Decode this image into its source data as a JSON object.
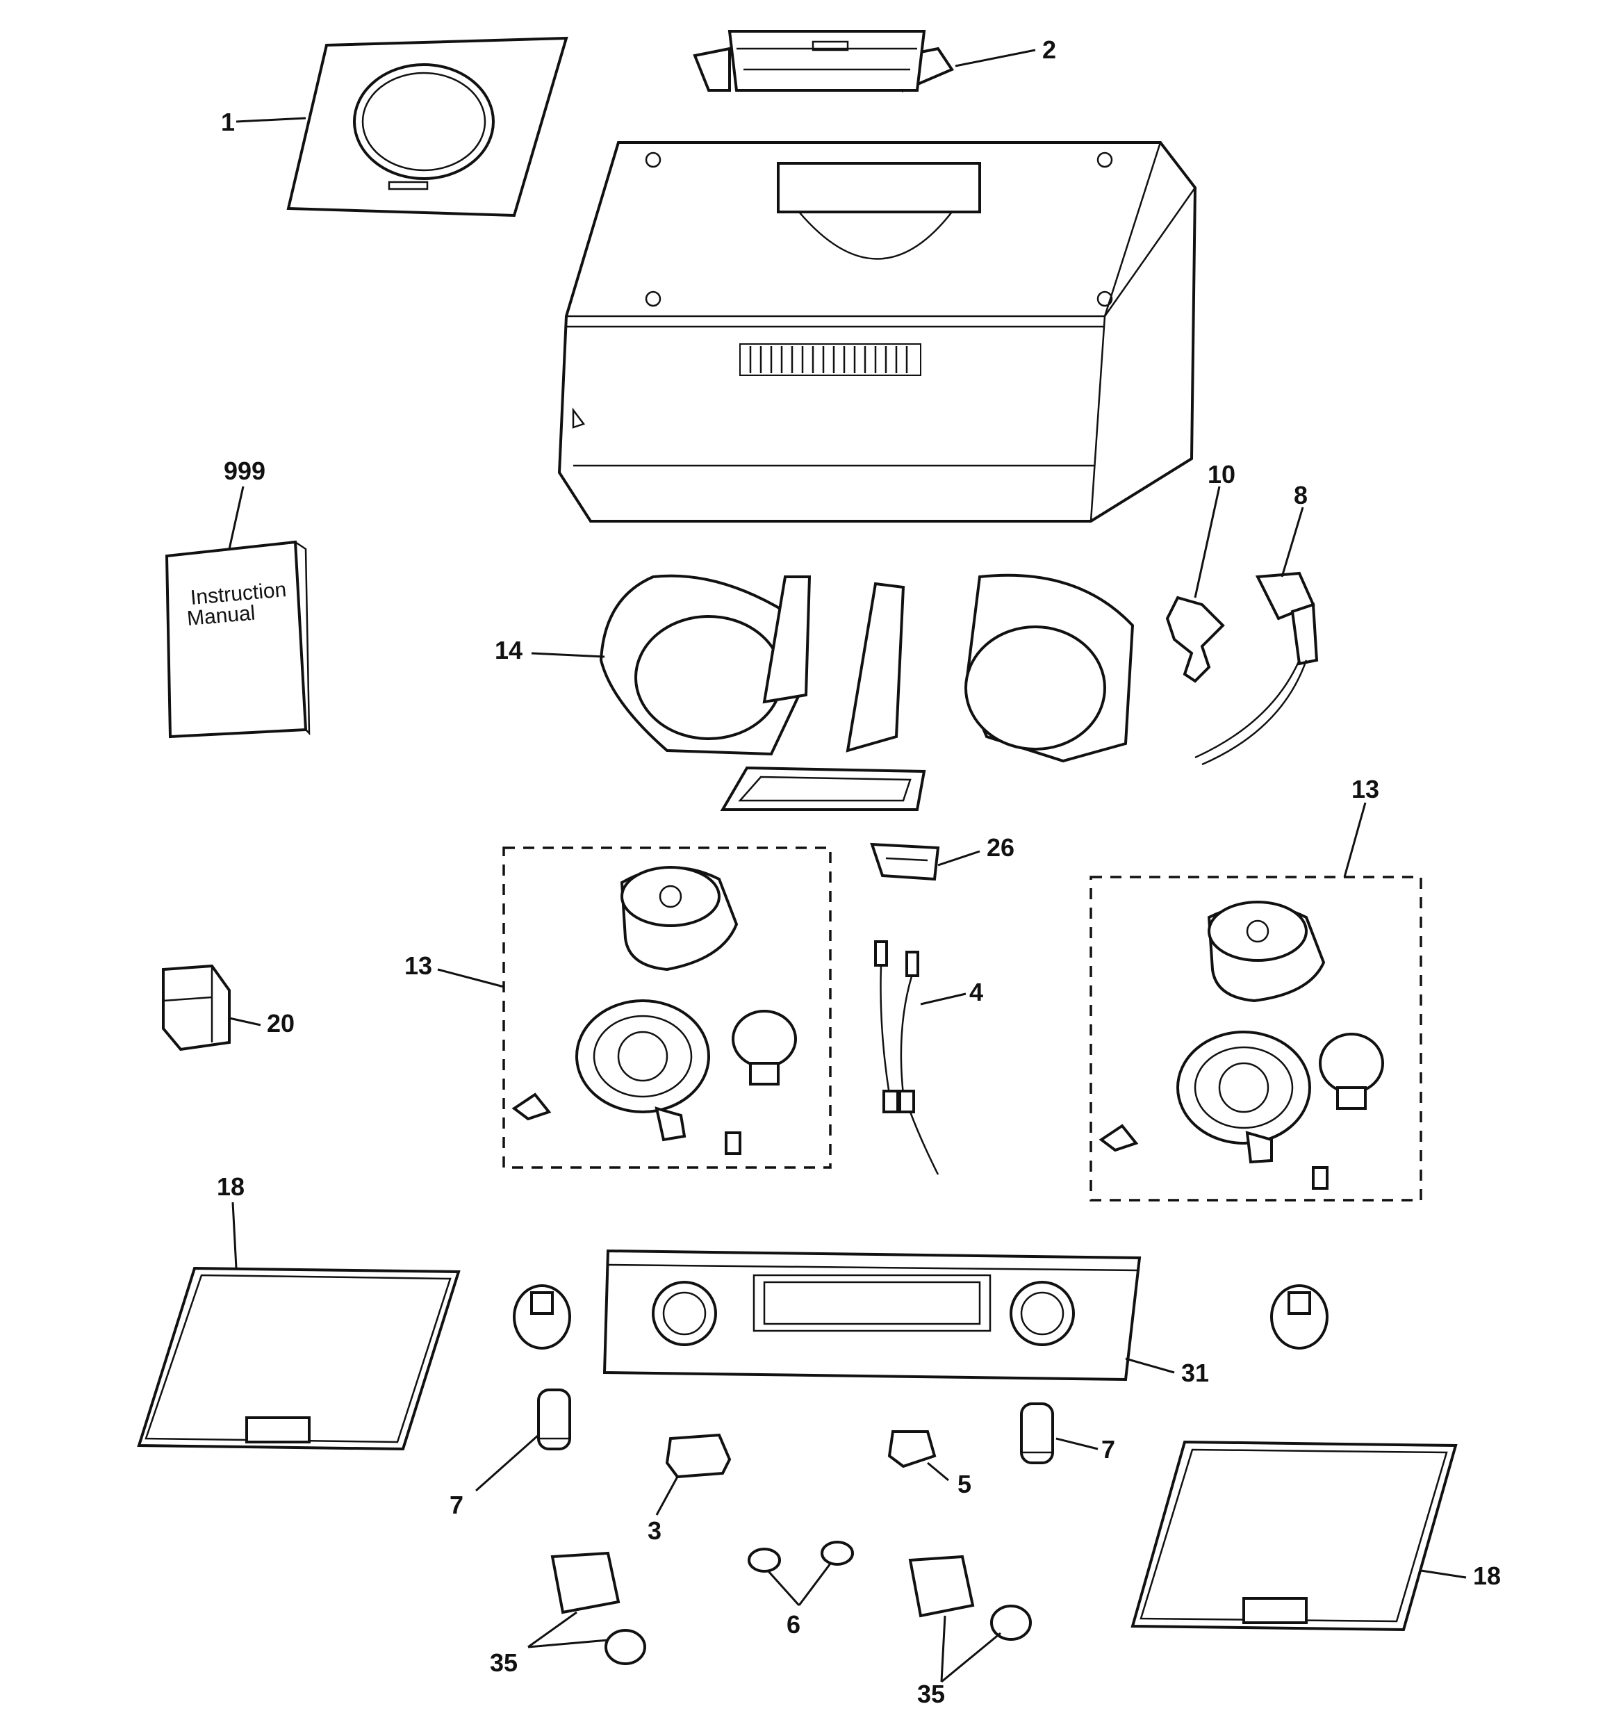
{
  "labels": {
    "p1": "1",
    "p2": "2",
    "p999": "999",
    "p10": "10",
    "p8": "8",
    "p14": "14",
    "p13_right": "13",
    "p26": "26",
    "p13_left": "13",
    "p4": "4",
    "p20": "20",
    "p18_left": "18",
    "p31": "31",
    "p7_left": "7",
    "p7_right": "7",
    "p3": "3",
    "p5": "5",
    "p6": "6",
    "p35_left": "35",
    "p35_right": "35",
    "p18_right": "18"
  },
  "manual": {
    "line1": "Instruction",
    "line2": "Manual"
  }
}
